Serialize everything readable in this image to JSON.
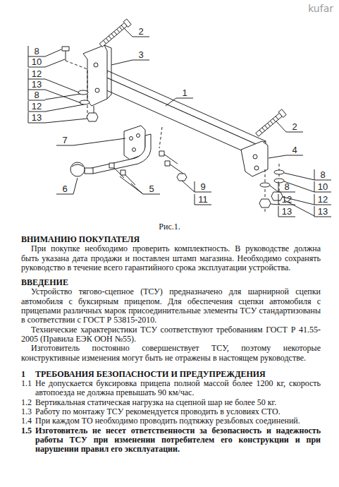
{
  "diagram": {
    "caption": "Рис.1.",
    "labels": [
      "2",
      "8",
      "10",
      "12",
      "13",
      "3",
      "8",
      "12",
      "13",
      "1",
      "7",
      "6",
      "5",
      "2",
      "4",
      "9",
      "11",
      "8",
      "10",
      "12",
      "13",
      "8",
      "12",
      "13",
      "ВНИМАНИЮ ПОКУПАТЕЛЯ",
      "При покупке необходимо проверить комплектность. В руководстве должна быть указана дата продажи и поставлен штамп магазина. Необходимо сохранять руководство в течение всего гарантийного срока эксплуатации устройства.",
      "ВВЕДЕНИЕ",
      "Устройство тягово-сцепное (ТСУ) предназначено для шарнирной сцепки автомобиля с буксирным прицепом. Для обеспечения сцепки автомобиля с прицепами различных марок присоединительные элементы ТСУ стандартизованы в соответствии с ГОСТ Р 53815-2010.",
      "Технические характеристики ТСУ соответствуют требованиям ГОСТ Р 41.55-2005 (Правила ЕЭК ООН №55).",
      "Изготовитель постоянно совершенствует ТСУ, поэтому некоторые конструктивные изменения могут быть не отражены в настоящем руководстве.",
      "1",
      "ТРЕБОВАНИЯ БЕЗОПАСНОСТИ И ПРЕДУПРЕЖДЕНИЯ",
      "1.1",
      "Не допускается буксировка прицепа полной массой более 1200 кг, скорость автопоезда не должна превышать 90 км/час.",
      "1.2",
      "Вертикальная статическая нагрузка на сцепной шар не более 50 кг.",
      "1.3",
      "Работу по монтажу ТСУ рекомендуется проводить в условиях СТО.",
      "1.4",
      "При каждом ТО необходимо проводить подтяжку резьбовых соединений.",
      "1.5",
      "Изготовитель не несет ответственности за безопасность и надежность работы ТСУ при изменении потребителем его конструкции и при нарушении правил его эксплуатации.",
      "kufar"
    ]
  }
}
